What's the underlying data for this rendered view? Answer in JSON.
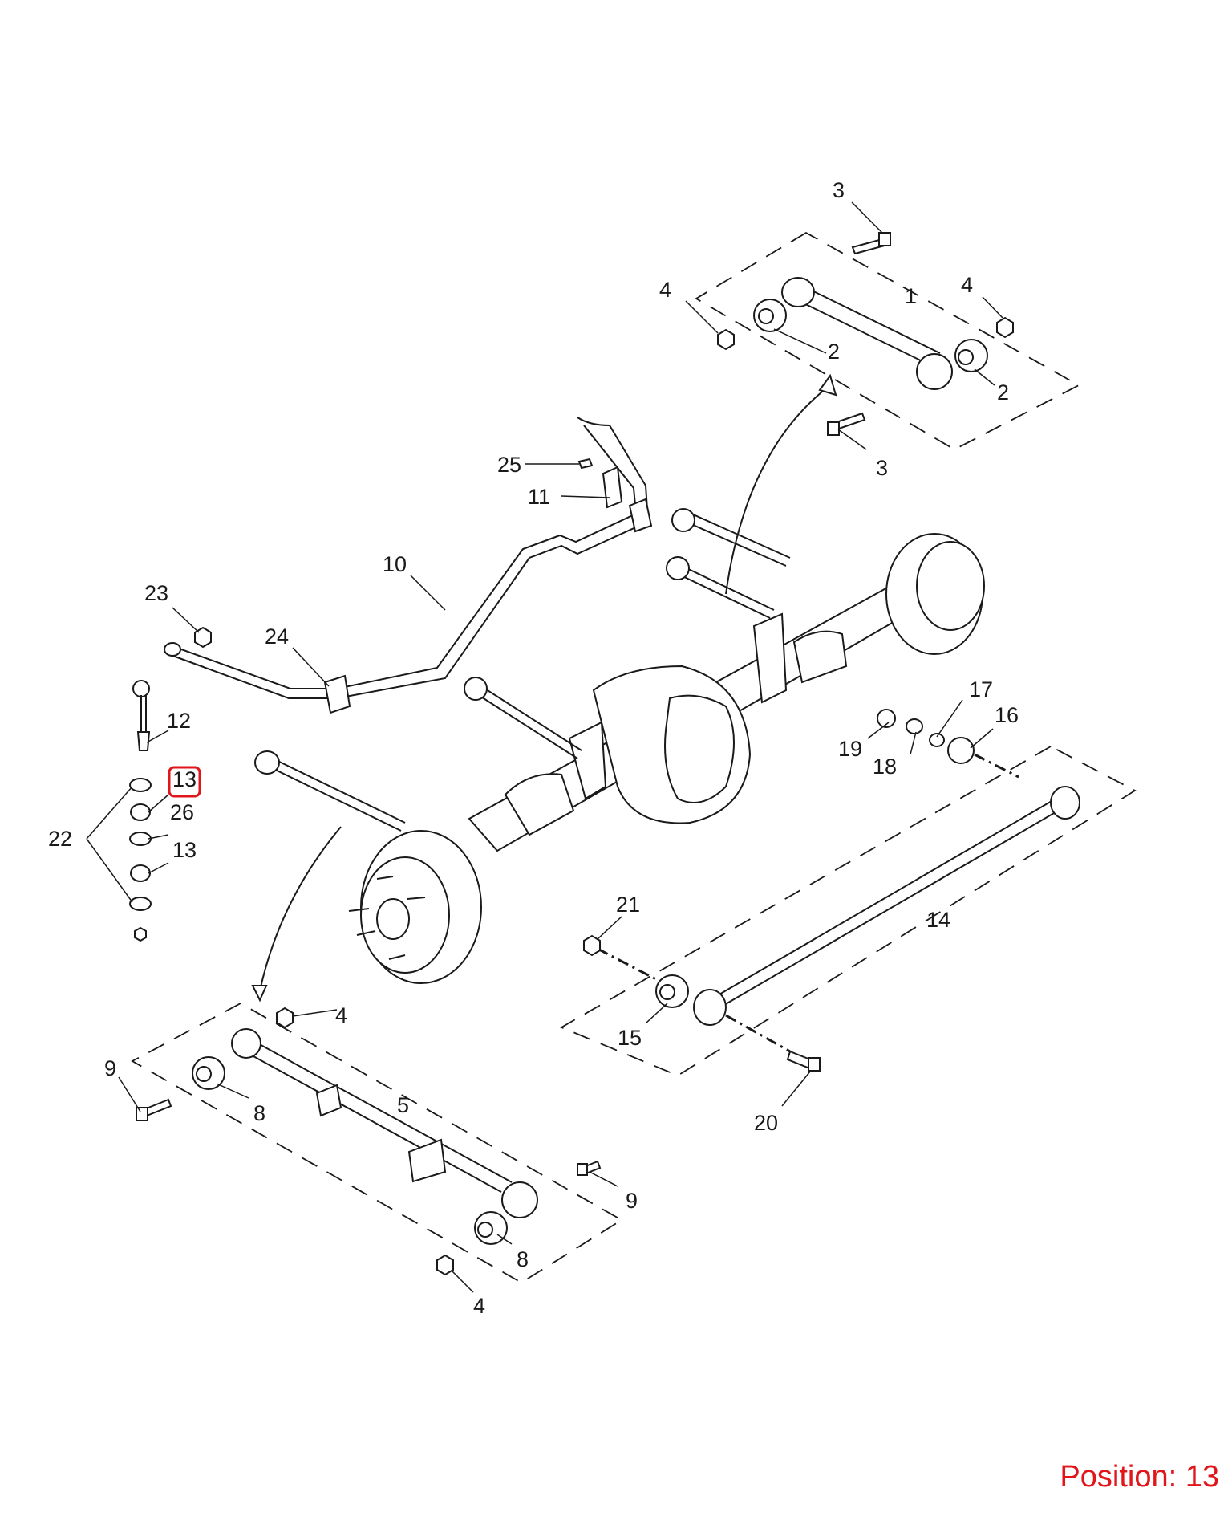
{
  "colors": {
    "ink": "#1a1a1a",
    "highlight": "#e0161b",
    "background": "#ffffff"
  },
  "callouts": [
    {
      "id": "c-3a",
      "text": "3"
    },
    {
      "id": "c-4a",
      "text": "4"
    },
    {
      "id": "c-1",
      "text": "1"
    },
    {
      "id": "c-4b",
      "text": "4"
    },
    {
      "id": "c-2a",
      "text": "2"
    },
    {
      "id": "c-2b",
      "text": "2"
    },
    {
      "id": "c-3b",
      "text": "3"
    },
    {
      "id": "c-25",
      "text": "25"
    },
    {
      "id": "c-11",
      "text": "11"
    },
    {
      "id": "c-10",
      "text": "10"
    },
    {
      "id": "c-23",
      "text": "23"
    },
    {
      "id": "c-24",
      "text": "24"
    },
    {
      "id": "c-12",
      "text": "12"
    },
    {
      "id": "c-13a",
      "text": "13",
      "highlighted": true
    },
    {
      "id": "c-26",
      "text": "26"
    },
    {
      "id": "c-22",
      "text": "22"
    },
    {
      "id": "c-13b",
      "text": "13"
    },
    {
      "id": "c-17",
      "text": "17"
    },
    {
      "id": "c-16",
      "text": "16"
    },
    {
      "id": "c-19",
      "text": "19"
    },
    {
      "id": "c-18",
      "text": "18"
    },
    {
      "id": "c-14",
      "text": "14"
    },
    {
      "id": "c-21",
      "text": "21"
    },
    {
      "id": "c-15",
      "text": "15"
    },
    {
      "id": "c-20",
      "text": "20"
    },
    {
      "id": "c-4c",
      "text": "4"
    },
    {
      "id": "c-9a",
      "text": "9"
    },
    {
      "id": "c-5",
      "text": "5"
    },
    {
      "id": "c-8a",
      "text": "8"
    },
    {
      "id": "c-9b",
      "text": "9"
    },
    {
      "id": "c-8b",
      "text": "8"
    },
    {
      "id": "c-4d",
      "text": "4"
    }
  ],
  "position_label": "Position: 13"
}
